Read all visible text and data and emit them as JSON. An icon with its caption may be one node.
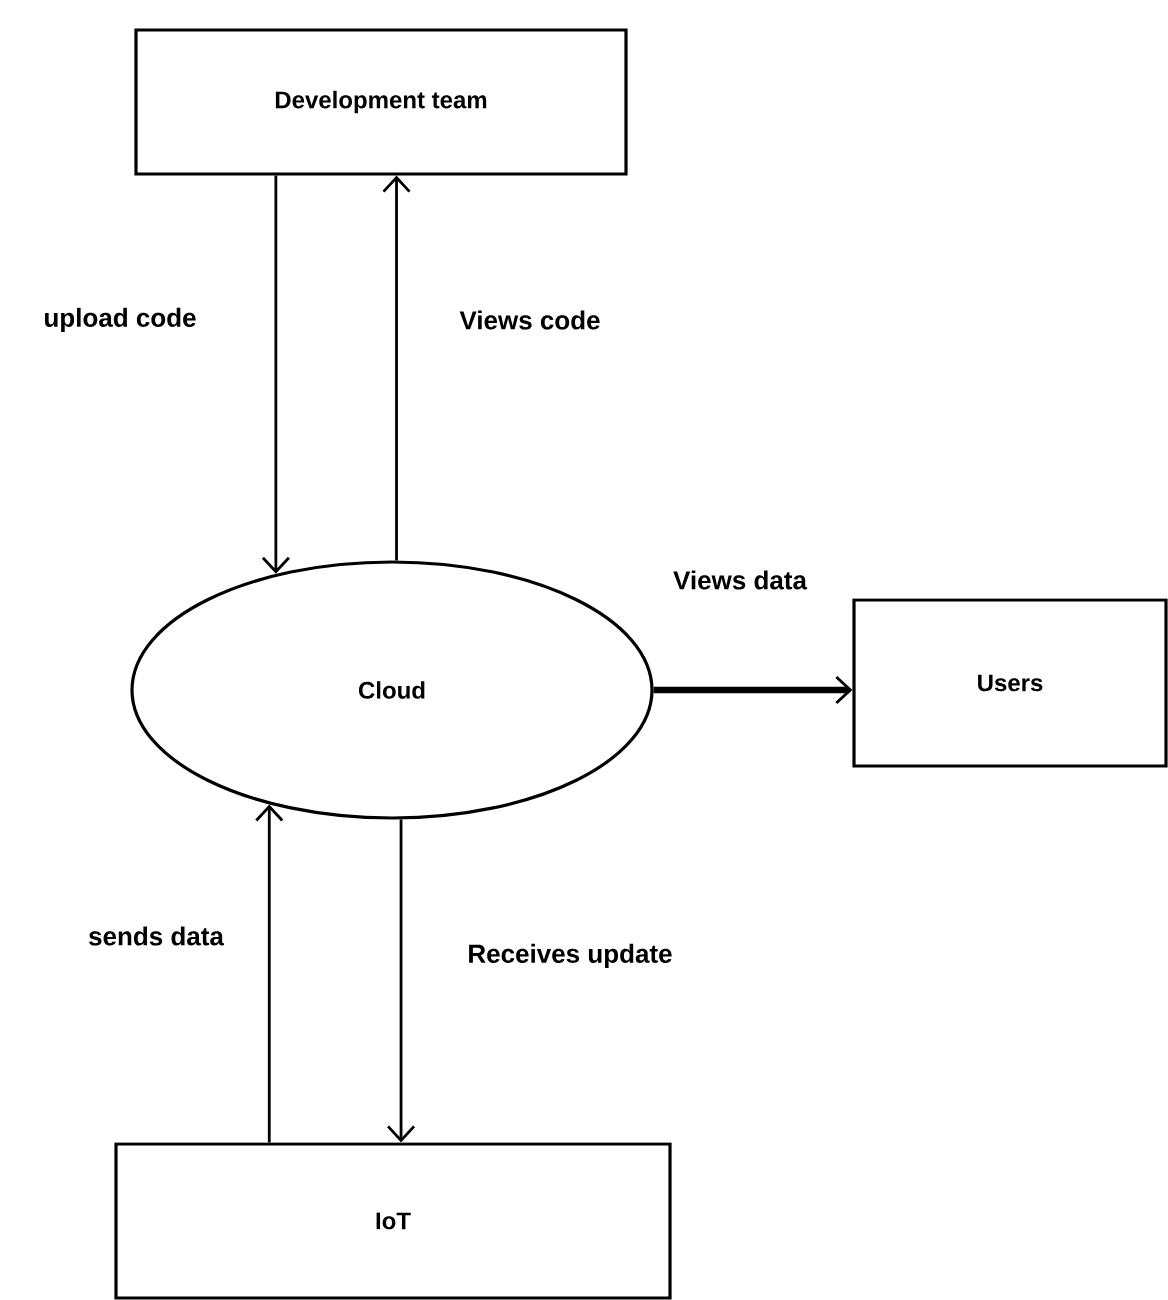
{
  "diagram": {
    "nodes": [
      {
        "text": [
          "Development team"
        ]
      },
      {
        "text": [
          "Cloud"
        ]
      },
      {
        "text": [
          "Users"
        ]
      },
      {
        "text": [
          "IoT"
        ]
      }
    ],
    "edges": [
      {
        "from": 0,
        "to": 1,
        "arrow": "to",
        "label": "upload code"
      },
      {
        "from": 1,
        "to": 0,
        "arrow": "to",
        "label": "Views code"
      },
      {
        "from": 1,
        "to": 2,
        "arrow": "to",
        "label": "Views data",
        "style": "thick"
      },
      {
        "from": 3,
        "to": 1,
        "arrow": "to",
        "label": "sends data"
      },
      {
        "from": 1,
        "to": 3,
        "arrow": "to",
        "label": "Receives update"
      }
    ]
  }
}
